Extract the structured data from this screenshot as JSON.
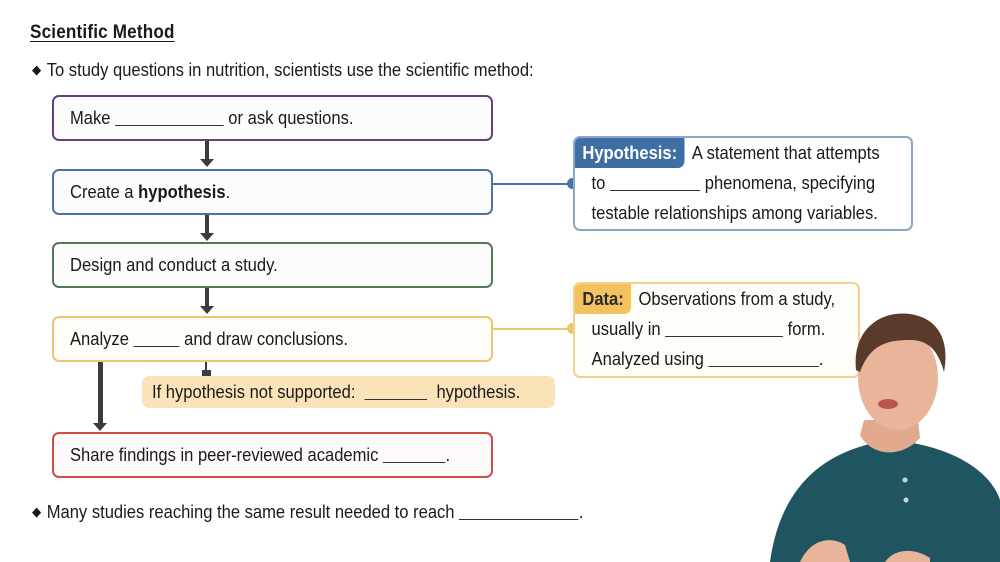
{
  "title": "Scientific Method",
  "bullets": [
    {
      "icon": "diamond-bullet-icon",
      "text": "To study questions in nutrition, scientists use the scientific method:"
    },
    {
      "icon": "diamond-bullet-icon",
      "text_before": "Many studies reaching the same result needed to reach",
      "text_after": "."
    }
  ],
  "steps": [
    {
      "before": "Make",
      "after": "or ask questions.",
      "color": "#6b3d7e"
    },
    {
      "before": "Create a",
      "bold": "hypothesis",
      "after": ".",
      "color": "#4a72a8"
    },
    {
      "text": "Design and conduct a study.",
      "color": "#4e7a55"
    },
    {
      "before": "Analyze",
      "after": "and draw conclusions.",
      "color": "#efc46e"
    },
    {
      "before": "Share findings in peer-reviewed academic",
      "after": ".",
      "color": "#d14b4b"
    }
  ],
  "note": {
    "before": "If hypothesis not supported:",
    "after": "hypothesis."
  },
  "callouts": {
    "hypothesis": {
      "tag": "Hypothesis:",
      "line1": "A statement that attempts",
      "line2_before": "to",
      "line2_after": "phenomena, specifying",
      "line3": "testable relationships among variables.",
      "color": "#3f6ea5"
    },
    "data": {
      "tag": "Data:",
      "line1": "Observations from a study,",
      "line2_before": "usually in",
      "line2_after": "form.",
      "line3_before": "Analyzed using",
      "line3_after": ".",
      "color": "#f3c25f"
    }
  },
  "presenter": {
    "shirt_color": "#1f5560",
    "hair_color": "#5a3a2a",
    "skin_color": "#e8b59b"
  }
}
